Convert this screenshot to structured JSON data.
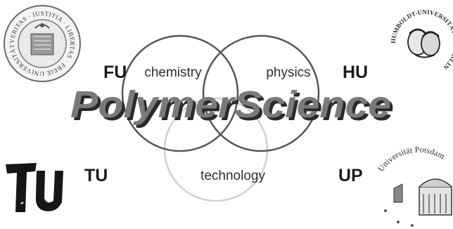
{
  "title": "PolymerScience",
  "fields": {
    "chemistry": "chemistry",
    "physics": "physics",
    "technology": "technology"
  },
  "institutions": {
    "fu": "FU",
    "hu": "HU",
    "tu": "TU",
    "up": "UP"
  },
  "logos": {
    "fu_seal_text": "VERITAS · IUSTITIA · LIBERTAS · FREIE UNIVERSITÄT BERLIN ·",
    "hu_seal_text": "HUMBOLDT-UNIVERSITÄT ZU BERLIN",
    "tu_mark": "TU",
    "up_seal_text": "Universität Potsdam"
  },
  "colors": {
    "circle_dark": "#555555",
    "circle_light": "#d0d0d0",
    "title_fill": "#7a7a7a",
    "title_shadow": "#2a2a2a"
  }
}
